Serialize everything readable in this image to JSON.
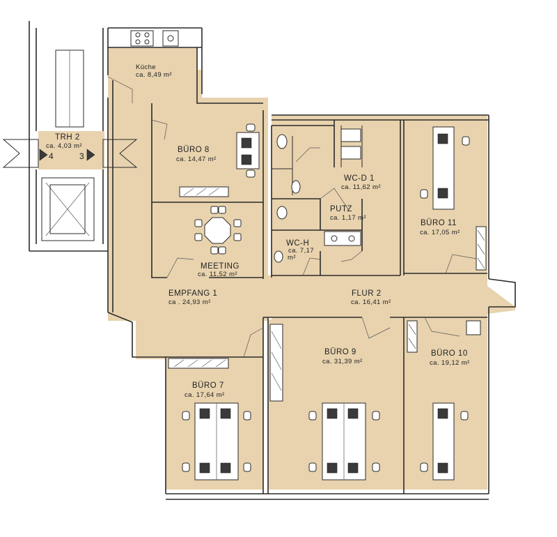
{
  "rooms": {
    "kueche": {
      "name": "Küche",
      "area": "ca. 8,49 m²"
    },
    "trh": {
      "name": "TRH 2",
      "area": "ca. 4,03 m²",
      "steps_left": "4",
      "steps_right": "3"
    },
    "buero8": {
      "name": "BÜRO 8",
      "area": "ca. 14,47 m²"
    },
    "meeting": {
      "name": "MEETING",
      "area": "ca. 11,52 m²"
    },
    "empfang": {
      "name": "EMPFANG 1",
      "area": "ca . 24,93 m²"
    },
    "wcd": {
      "name": "WC-D 1",
      "area": "ca. 11,62 m²"
    },
    "putz": {
      "name": "PUTZ",
      "area": "ca. 1,17 m²"
    },
    "wch": {
      "name": "WC-H",
      "area": "ca. 7,17",
      "area_unit": "m²"
    },
    "buero11": {
      "name": "BÜRO 11",
      "area": "ca. 17,05 m²"
    },
    "flur": {
      "name": "FLUR 2",
      "area": "ca. 16,41 m²"
    },
    "buero9": {
      "name": "BÜRO 9",
      "area": "ca. 31,39 m²"
    },
    "buero10": {
      "name": "BÜRO 10",
      "area": "ca. 19,12 m²"
    },
    "buero7": {
      "name": "BÜRO 7",
      "area": "ca. 17,64 m²"
    }
  }
}
